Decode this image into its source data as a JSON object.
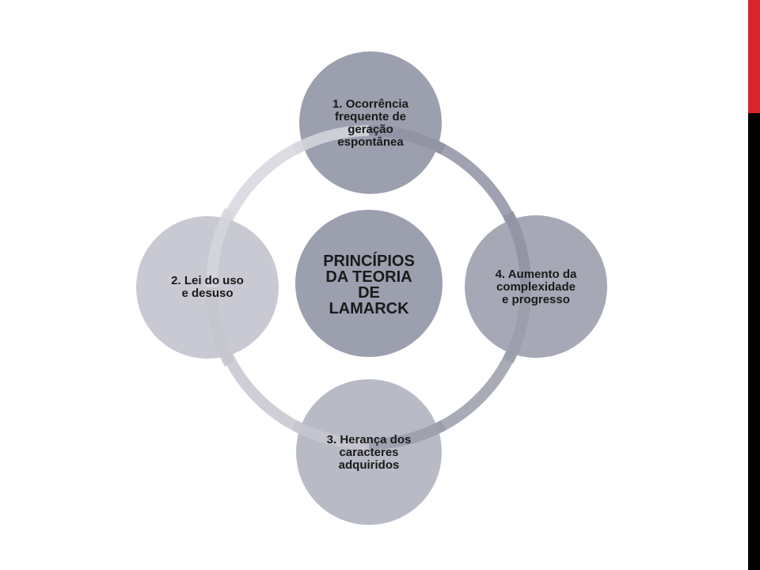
{
  "slide": {
    "accent_red": "#d9262e",
    "accent_black": "#000000"
  },
  "diagram": {
    "type": "radial-cycle",
    "center": {
      "text": "PRINCÍPIOS\nDA TEORIA\nDE\nLAMARCK",
      "color": "#9c9fae"
    },
    "nodes": [
      {
        "text": "1. Ocorrência\nfrequente de\ngeração\nespontânea",
        "color": "#9c9fae"
      },
      {
        "text": "4. Aumento da\ncomplexidade\ne progresso",
        "color": "#a6a8b5"
      },
      {
        "text": "3. Herança dos\ncaracteres\nadquiridos",
        "color": "#b8bac5"
      },
      {
        "text": "2. Lei do uso\ne desuso",
        "color": "#c8c9d2"
      }
    ],
    "ring_colors": [
      "#8f92a3",
      "#9a9caa",
      "#c5c6cf",
      "#d6d7de"
    ]
  }
}
